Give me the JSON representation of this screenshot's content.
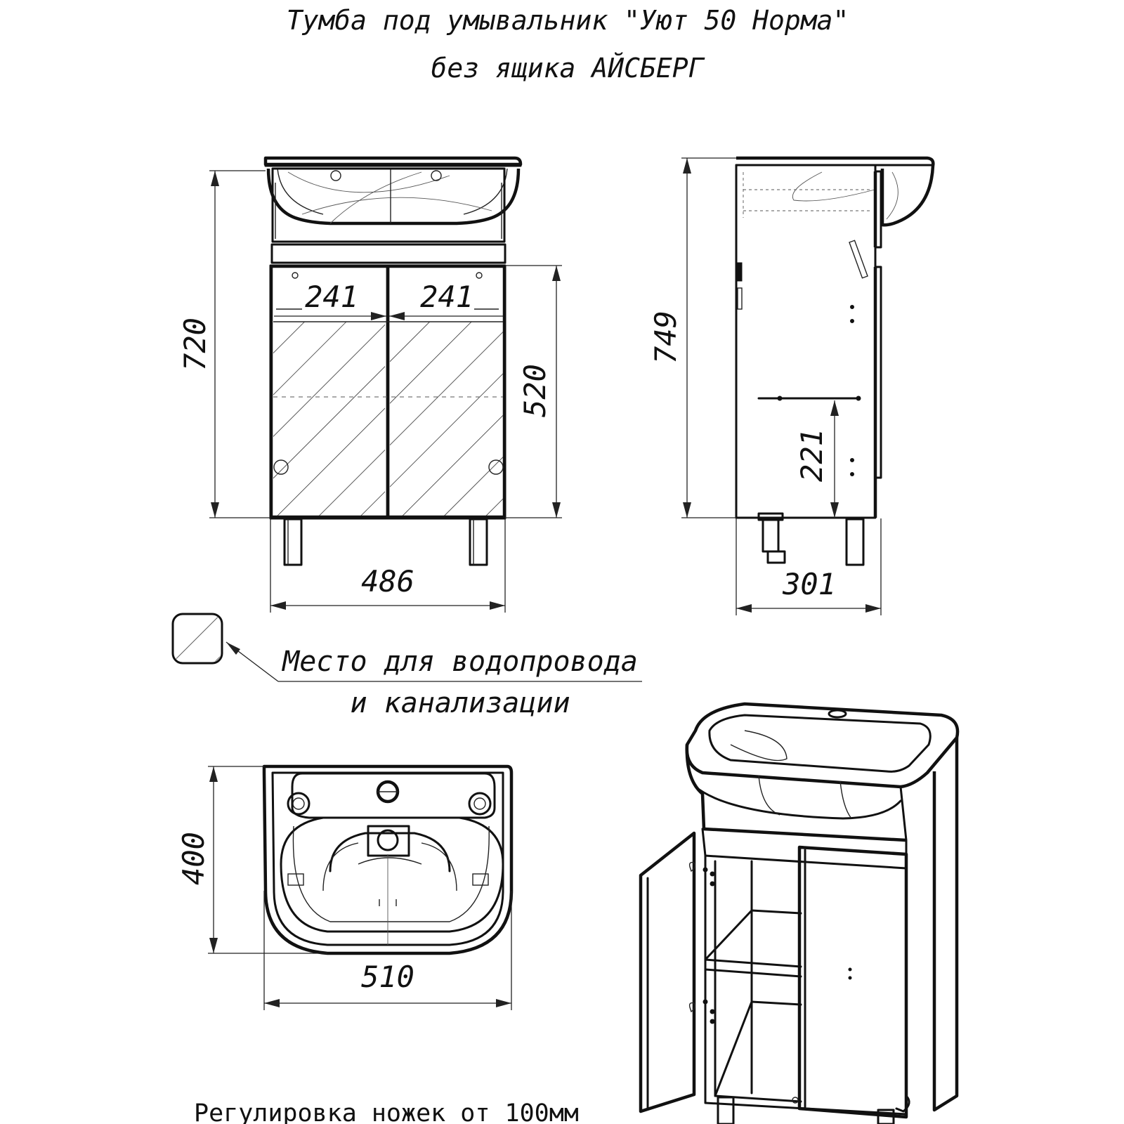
{
  "title": {
    "line1": "Тумба под умывальник \"Уют 50 Норма\"",
    "line2": "без ящика АЙСБЕРГ"
  },
  "dimensions": {
    "front_height": "720",
    "door_left_width": "241",
    "door_right_width": "241",
    "door_height": "520",
    "front_width": "486",
    "side_height": "749",
    "shelf_height": "221",
    "side_depth": "301",
    "top_depth": "400",
    "top_width": "510"
  },
  "legend": {
    "line1": "Место для водопровода",
    "line2": "и канализации"
  },
  "footer": "Регулировка ножек от 100мм"
}
